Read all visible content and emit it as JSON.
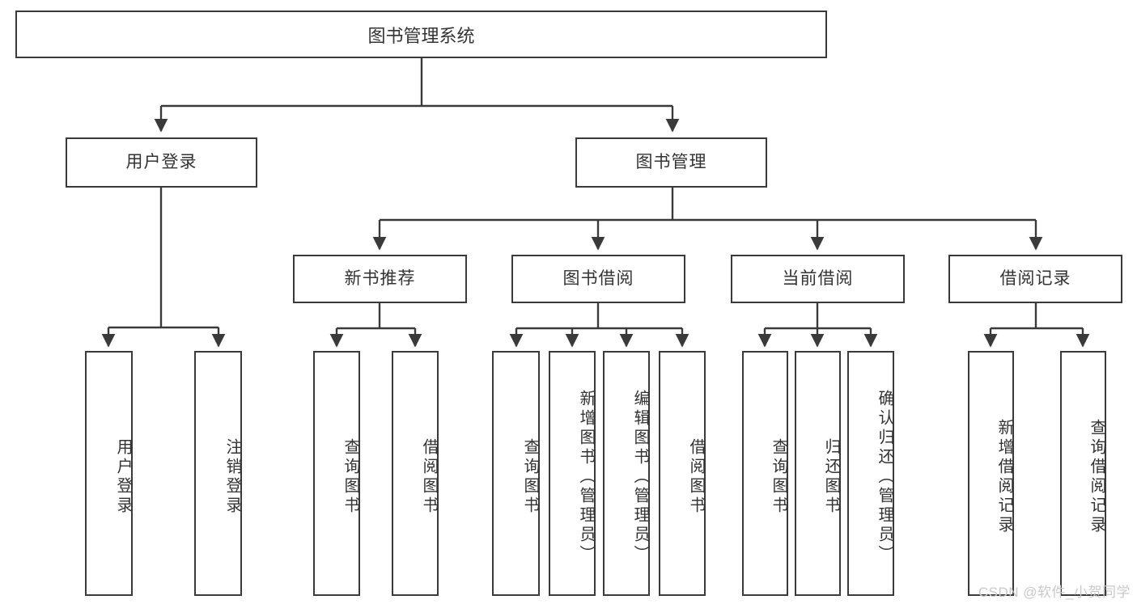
{
  "diagram": {
    "title": "图书管理系统",
    "type": "tree",
    "watermark": "CSDN @软件_小贺同学",
    "colors": {
      "stroke": "#3a3a3a",
      "text": "#333333",
      "background": "#ffffff",
      "watermark": "#c9c9c9"
    },
    "levels": {
      "root": {
        "label": "图书管理系统"
      },
      "level2": [
        {
          "label": "用户登录"
        },
        {
          "label": "图书管理"
        }
      ],
      "level3": [
        {
          "label": "新书推荐"
        },
        {
          "label": "图书借阅"
        },
        {
          "label": "当前借阅"
        },
        {
          "label": "借阅记录"
        }
      ],
      "leaves": [
        {
          "label": "用户登录",
          "parent": "用户登录"
        },
        {
          "label": "注销登录",
          "parent": "用户登录"
        },
        {
          "label": "查询图书",
          "parent": "新书推荐"
        },
        {
          "label": "借阅图书",
          "parent": "新书推荐"
        },
        {
          "label": "查询图书",
          "parent": "图书借阅"
        },
        {
          "label": "新增图书（管理员）",
          "parent": "图书借阅"
        },
        {
          "label": "编辑图书（管理员）",
          "parent": "图书借阅"
        },
        {
          "label": "借阅图书",
          "parent": "图书借阅"
        },
        {
          "label": "查询图书",
          "parent": "当前借阅"
        },
        {
          "label": "归还图书",
          "parent": "当前借阅"
        },
        {
          "label": "确认归还（管理员）",
          "parent": "当前借阅"
        },
        {
          "label": "新增借阅记录",
          "parent": "借阅记录"
        },
        {
          "label": "查询借阅记录",
          "parent": "借阅记录"
        }
      ]
    }
  }
}
